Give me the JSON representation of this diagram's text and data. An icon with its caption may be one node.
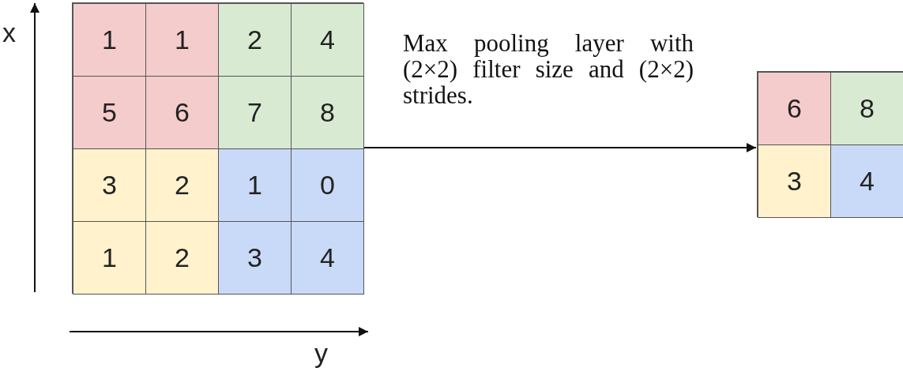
{
  "diagram": {
    "nodes": [
      {
        "text": [],
        "shape": "box"
      },
      {
        "text": [
          "1"
        ],
        "in": 0
      },
      {
        "text": [
          "1"
        ],
        "in": 0
      },
      {
        "text": [
          "2"
        ],
        "in": 0
      },
      {
        "text": [
          "4"
        ],
        "in": 0
      },
      {
        "text": [
          "5"
        ],
        "in": 0
      },
      {
        "text": [
          "6"
        ],
        "in": 0
      },
      {
        "text": [
          "7"
        ],
        "in": 0
      },
      {
        "text": [
          "8"
        ],
        "in": 0
      },
      {
        "text": [
          "3"
        ],
        "in": 0
      },
      {
        "text": [
          "2"
        ],
        "in": 0
      },
      {
        "text": [
          "1"
        ],
        "in": 0
      },
      {
        "text": [
          "0"
        ],
        "in": 0
      },
      {
        "text": [
          "1"
        ],
        "in": 0
      },
      {
        "text": [
          "2"
        ],
        "in": 0
      },
      {
        "text": [
          "3"
        ],
        "in": 0
      },
      {
        "text": [
          "4"
        ],
        "in": 0
      },
      {
        "text": [],
        "shape": "box"
      },
      {
        "text": [
          "6"
        ],
        "in": 17
      },
      {
        "text": [
          "8"
        ],
        "in": 17
      },
      {
        "text": [
          "3"
        ],
        "in": 17
      },
      {
        "text": [
          "4"
        ],
        "in": 17
      }
    ],
    "edges": [
      {
        "from": 0,
        "to": 17,
        "arrow": "to",
        "label": "Max pooling layer with (2×2) filter size and (2×2) strides."
      }
    ],
    "labels": [
      "x",
      "y"
    ]
  }
}
